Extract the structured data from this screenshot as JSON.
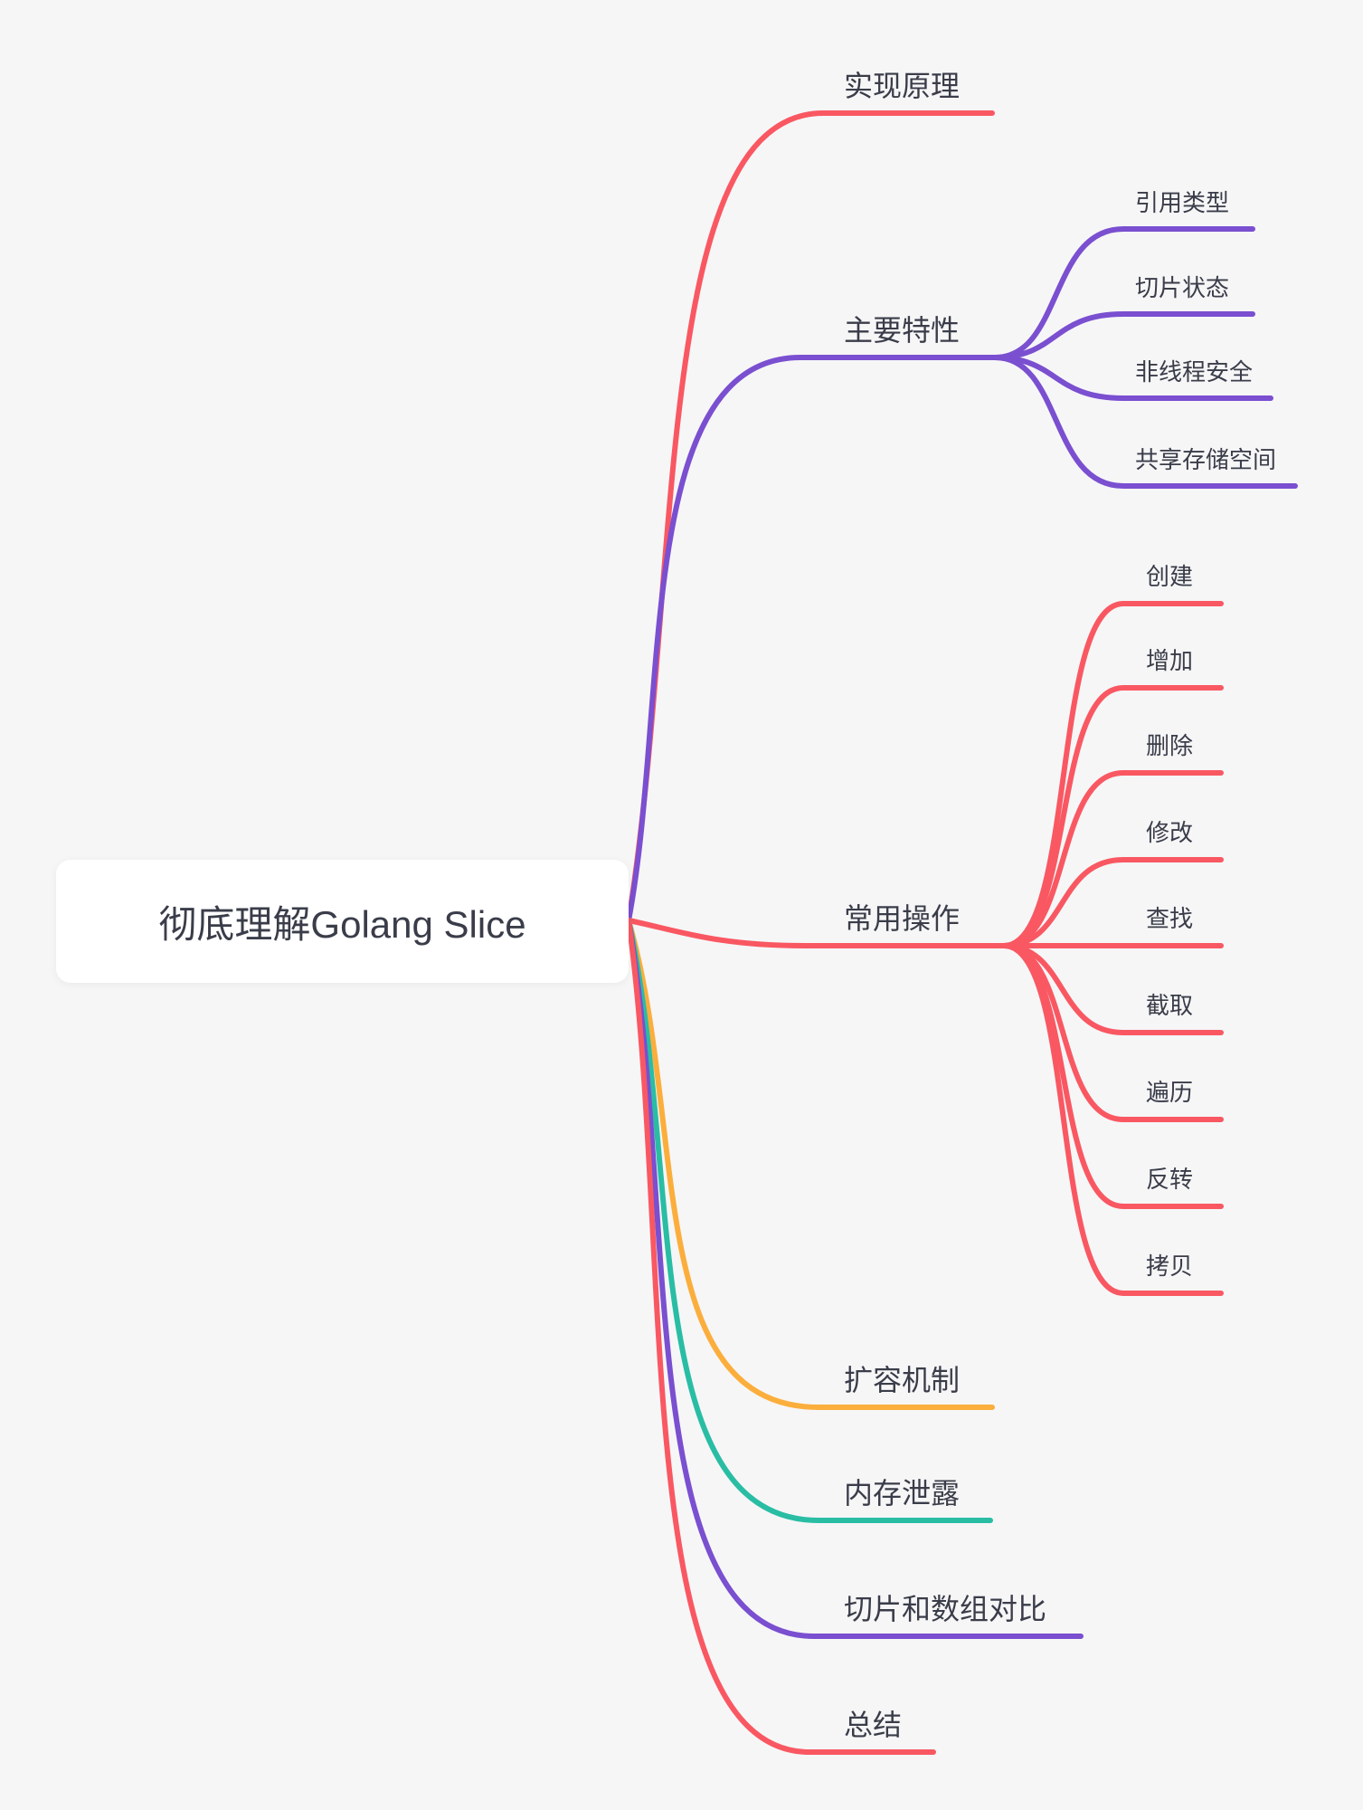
{
  "root": {
    "label": "彻底理解Golang Slice"
  },
  "branches": [
    {
      "label": "实现原理",
      "color_name": "red",
      "children": []
    },
    {
      "label": "主要特性",
      "color_name": "purple",
      "children": [
        "引用类型",
        "切片状态",
        "非线程安全",
        "共享存储空间"
      ]
    },
    {
      "label": "常用操作",
      "color_name": "red",
      "children": [
        "创建",
        "增加",
        "删除",
        "修改",
        "查找",
        "截取",
        "遍历",
        "反转",
        "拷贝"
      ]
    },
    {
      "label": "扩容机制",
      "color_name": "yellow",
      "children": []
    },
    {
      "label": "内存泄露",
      "color_name": "teal",
      "children": []
    },
    {
      "label": "切片和数组对比",
      "color_name": "purple",
      "children": []
    },
    {
      "label": "总结",
      "color_name": "red",
      "children": []
    }
  ],
  "colors": {
    "red": "#f95862",
    "purple": "#7a4fd0",
    "teal": "#29bda4",
    "yellow": "#fbae3c",
    "text": "#3a3d49",
    "root_background": "#ffffff",
    "canvas_background": "#f6f6f7"
  }
}
